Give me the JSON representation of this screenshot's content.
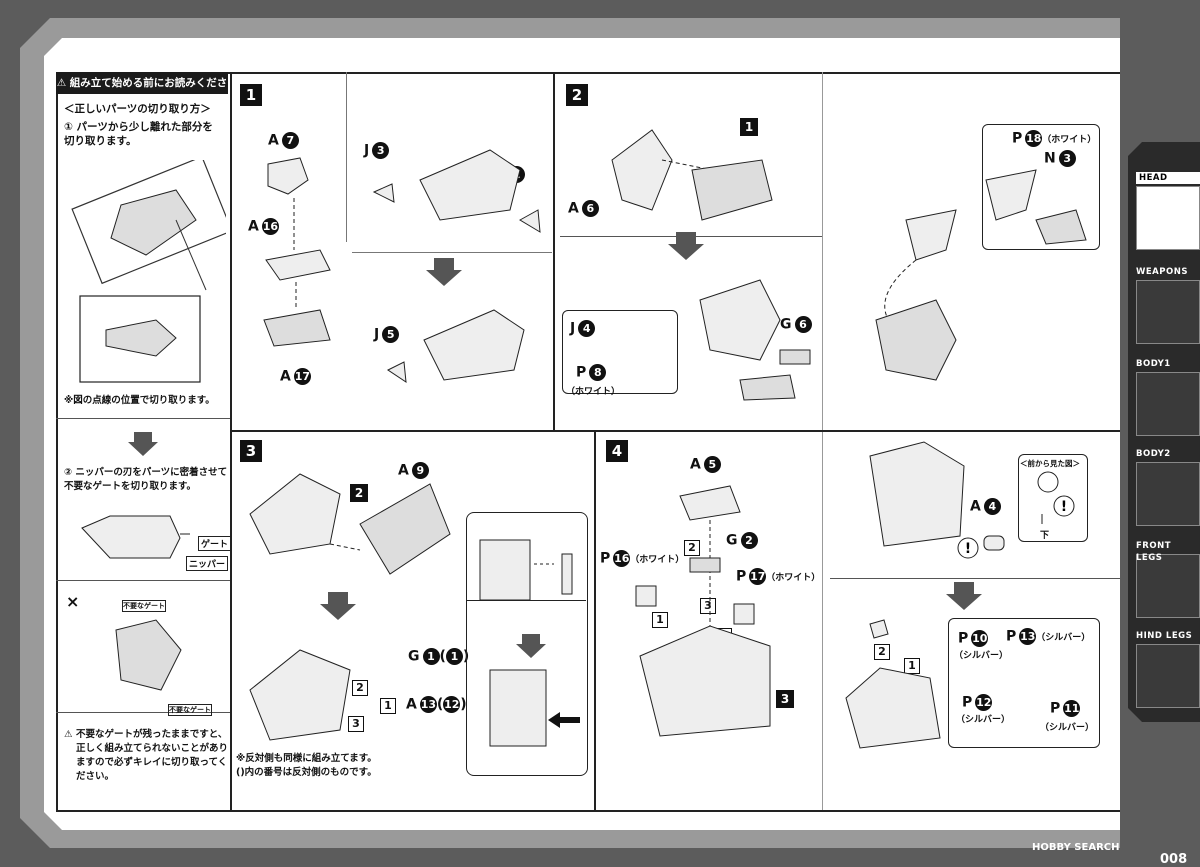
{
  "warning": {
    "title": "組み立て始める前にお読みください。",
    "cut_title": "＜正しいパーツの切り取り方＞",
    "step1": "① パーツから少し離れた部分を\n切り取ります。",
    "note1": "※図の点線の位置で切り取ります。",
    "step2": "② ニッパーの刃をパーツに密着させて\n不要なゲートを切り取ります。",
    "gate_label": "ゲート",
    "nipper_label": "ニッパー",
    "wrong_mark": "×",
    "unneeded_gate": "不要なゲート",
    "bottom_note": "不要なゲートが残ったままですと、\n正しく組み立てられないことがあり\nますので必ずキレイに切り取ってく\nださい。"
  },
  "steps": [
    {
      "num": "1",
      "parts": [
        {
          "runner": "A",
          "n": "7"
        },
        {
          "runner": "A",
          "n": "16"
        },
        {
          "runner": "A",
          "n": "17"
        },
        {
          "runner": "J",
          "n": "3"
        },
        {
          "runner": "J",
          "n": "2"
        },
        {
          "runner": "J",
          "n": "5"
        }
      ]
    },
    {
      "num": "2",
      "parts": [
        {
          "runner": "A",
          "n": "6"
        },
        {
          "runner": "J",
          "n": "4"
        },
        {
          "runner": "P",
          "n": "8"
        },
        {
          "runner": "G",
          "n": "6"
        },
        {
          "runner": "P",
          "n": "18"
        },
        {
          "runner": "N",
          "n": "3"
        }
      ],
      "ref": "1"
    },
    {
      "num": "3",
      "parts": [
        {
          "runner": "A",
          "n": "9"
        },
        {
          "runner": "G",
          "n": "1",
          "alt": "1"
        },
        {
          "runner": "A",
          "n": "13",
          "alt": "12"
        }
      ],
      "ref": "2"
    },
    {
      "num": "4",
      "parts": [
        {
          "runner": "A",
          "n": "5"
        },
        {
          "runner": "G",
          "n": "2"
        },
        {
          "runner": "P",
          "n": "16"
        },
        {
          "runner": "P",
          "n": "17"
        },
        {
          "runner": "A",
          "n": "4"
        },
        {
          "runner": "P",
          "n": "10"
        },
        {
          "runner": "P",
          "n": "13"
        },
        {
          "runner": "P",
          "n": "12"
        },
        {
          "runner": "P",
          "n": "11"
        }
      ],
      "ref": "3"
    }
  ],
  "colors": {
    "white": "（ホワイト）",
    "silver_inline": "（シルバー）",
    "silver_paren": "（シルバー）"
  },
  "step3_note": "※反対側も同様に組み立てます。\n()内の番号は反対側のものです。",
  "front_view": "＜前から見た図＞",
  "down_label": "下",
  "order": [
    "1",
    "2",
    "3"
  ],
  "sidebar": {
    "active": "HEAD",
    "tabs": [
      "HEAD",
      "WEAPONS",
      "BODY1",
      "BODY2",
      "FRONT LEGS",
      "HIND LEGS"
    ]
  },
  "footer": {
    "brand": "HOBBY SEARCH",
    "page": "008"
  },
  "icons": [
    "warning-icon",
    "exclamation-icon",
    "arrow-down-icon",
    "arrow-left-icon"
  ]
}
